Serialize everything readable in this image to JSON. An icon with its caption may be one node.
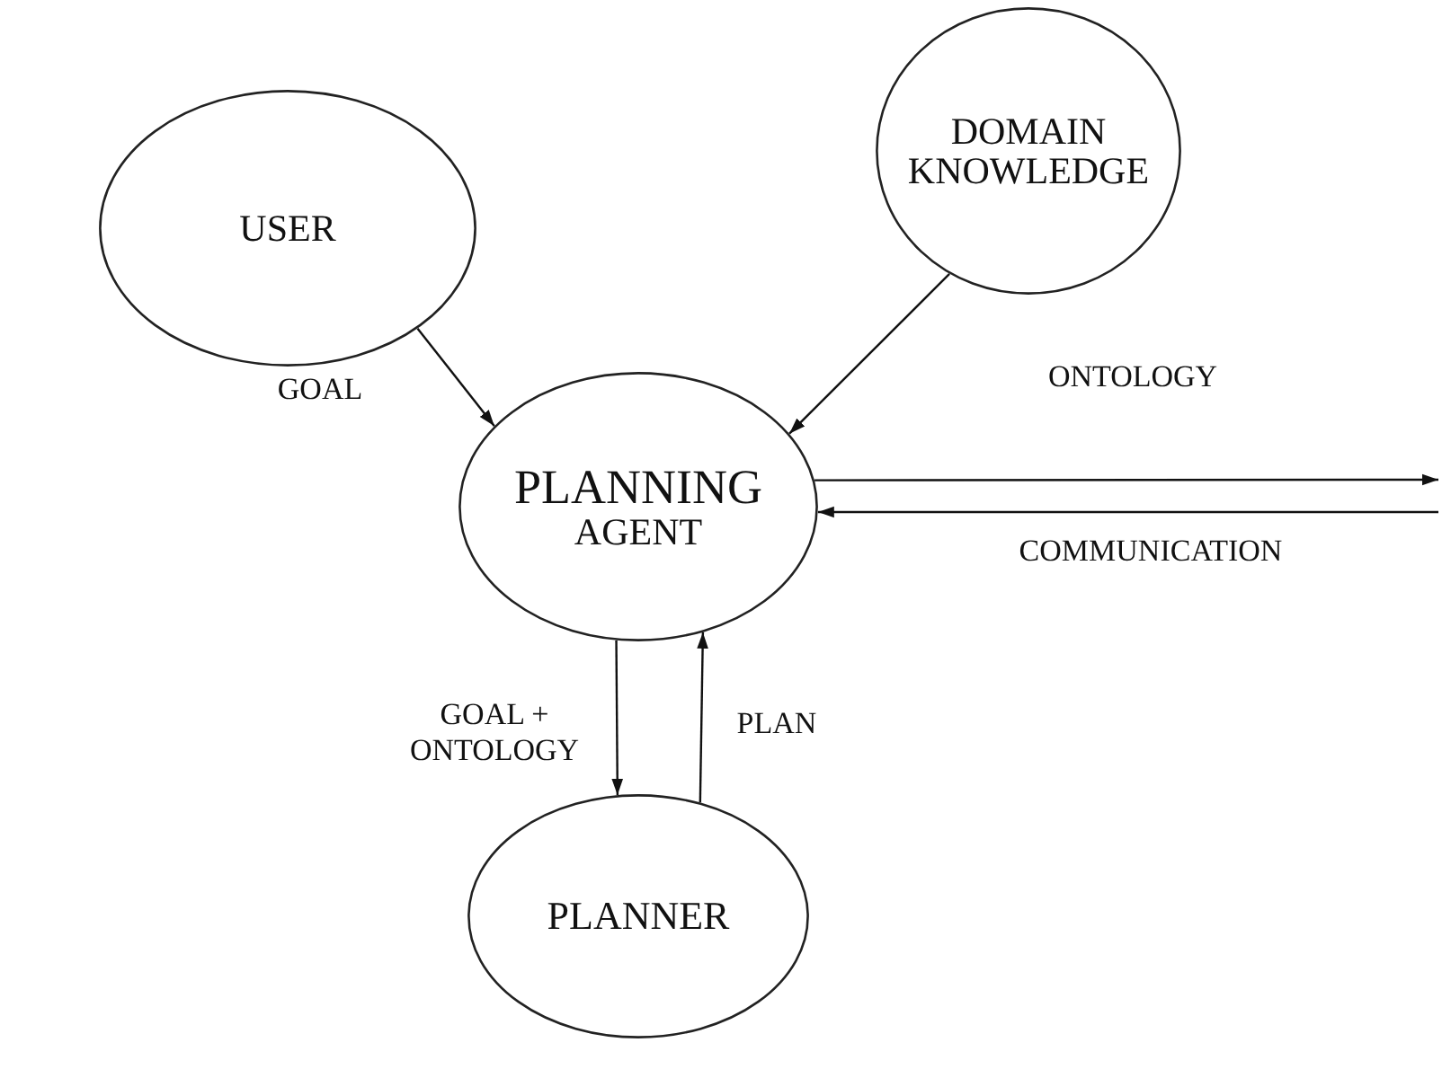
{
  "diagram": {
    "nodes": [
      {
        "text": [
          "USER"
        ]
      },
      {
        "text": [
          "DOMAIN KNOWLEDGE"
        ]
      },
      {
        "text": [
          "PLANNING",
          "AGENT"
        ]
      },
      {
        "text": [
          "PLANNER"
        ]
      }
    ],
    "edges": [
      {
        "from": 0,
        "to": 2,
        "arrow": "to",
        "label": "GOAL"
      },
      {
        "from": 1,
        "to": 2,
        "arrow": "to",
        "label": "ONTOLOGY"
      },
      {
        "from": 2,
        "to": null,
        "arrow": "to"
      },
      {
        "from": null,
        "to": 2,
        "arrow": "to",
        "label": "COMMUNICATION"
      },
      {
        "from": 2,
        "to": 3,
        "arrow": "to",
        "label": "GOAL + ONTOLOGY"
      },
      {
        "from": 3,
        "to": 2,
        "arrow": "to",
        "label": "PLAN"
      }
    ]
  }
}
